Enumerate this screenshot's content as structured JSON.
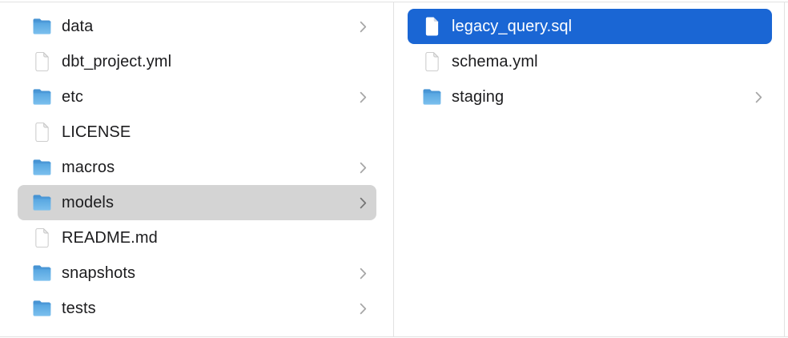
{
  "app": "finder-column-view",
  "colors": {
    "selection_blue": "#1a66d4",
    "selection_gray": "#d4d4d4",
    "divider": "#e2e2e2",
    "text": "#1c1c1e",
    "text_selected": "#ffffff",
    "chevron": "#a6a6a6",
    "chevron_active": "#747474",
    "folder_blue_top": "#53a3df",
    "folder_blue_bottom": "#7cc0ee"
  },
  "icons": {
    "folder": "folder-icon",
    "file": "document-icon",
    "chevron": "chevron-right-icon"
  },
  "columns": [
    {
      "name": "left-column",
      "items": [
        {
          "label": "data",
          "type": "folder",
          "chevron": true,
          "selected": "none"
        },
        {
          "label": "dbt_project.yml",
          "type": "file",
          "chevron": false,
          "selected": "none"
        },
        {
          "label": "etc",
          "type": "folder",
          "chevron": true,
          "selected": "none"
        },
        {
          "label": "LICENSE",
          "type": "file",
          "chevron": false,
          "selected": "none"
        },
        {
          "label": "macros",
          "type": "folder",
          "chevron": true,
          "selected": "none"
        },
        {
          "label": "models",
          "type": "folder",
          "chevron": true,
          "selected": "inactive"
        },
        {
          "label": "README.md",
          "type": "file",
          "chevron": false,
          "selected": "none"
        },
        {
          "label": "snapshots",
          "type": "folder",
          "chevron": true,
          "selected": "none"
        },
        {
          "label": "tests",
          "type": "folder",
          "chevron": true,
          "selected": "none"
        }
      ]
    },
    {
      "name": "right-column",
      "items": [
        {
          "label": "legacy_query.sql",
          "type": "file",
          "chevron": false,
          "selected": "active"
        },
        {
          "label": "schema.yml",
          "type": "file",
          "chevron": false,
          "selected": "none"
        },
        {
          "label": "staging",
          "type": "folder",
          "chevron": true,
          "selected": "none"
        }
      ]
    }
  ]
}
